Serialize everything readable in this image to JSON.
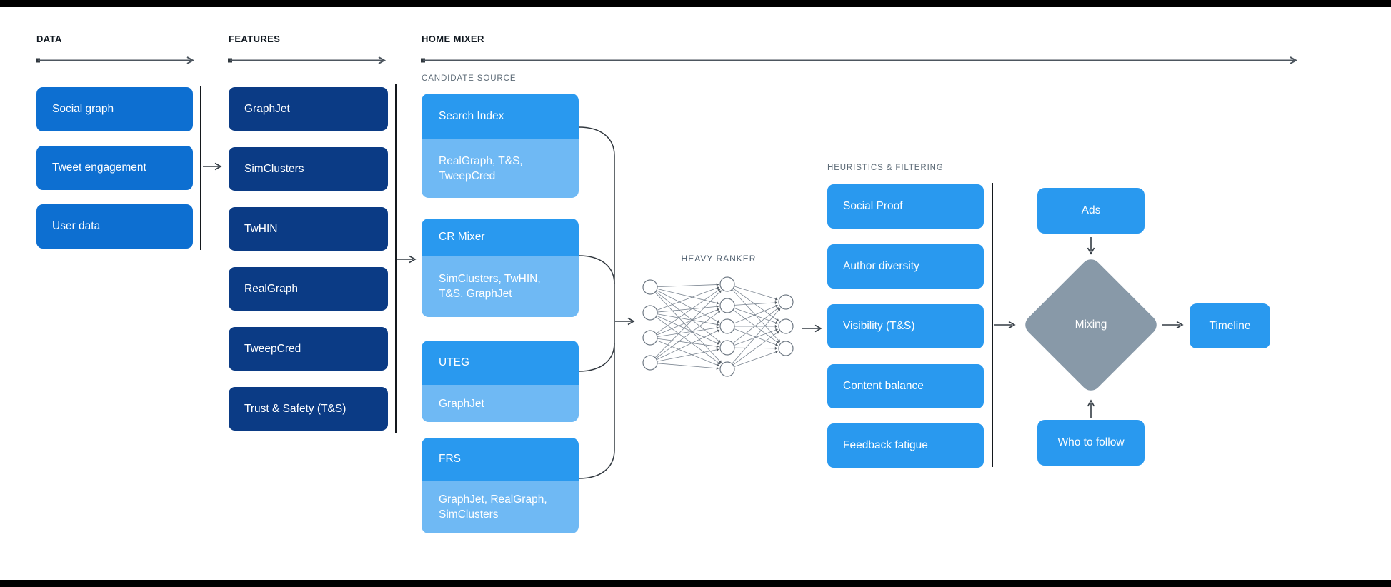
{
  "sections": {
    "data": {
      "label": "DATA",
      "items": [
        "Social graph",
        "Tweet engagement",
        "User data"
      ]
    },
    "features": {
      "label": "FEATURES",
      "items": [
        "GraphJet",
        "SimClusters",
        "TwHIN",
        "RealGraph",
        "TweepCred",
        "Trust & Safety (T&S)"
      ]
    },
    "home_mixer": {
      "label": "HOME MIXER",
      "candidate_source": {
        "label": "CANDIDATE SOURCE",
        "items": [
          {
            "title": "Search Index",
            "sub": "RealGraph, T&S,\nTweepCred"
          },
          {
            "title": "CR Mixer",
            "sub": "SimClusters, TwHIN,\nT&S, GraphJet"
          },
          {
            "title": "UTEG",
            "sub": "GraphJet"
          },
          {
            "title": "FRS",
            "sub": "GraphJet, RealGraph,\nSimClusters"
          }
        ]
      },
      "heavy_ranker_label": "HEAVY RANKER",
      "heuristics": {
        "label": "HEURISTICS & FILTERING",
        "items": [
          "Social Proof",
          "Author diversity",
          "Visibility (T&S)",
          "Content balance",
          "Feedback fatigue"
        ]
      },
      "mixing": {
        "label": "Mixing",
        "ads_label": "Ads",
        "who_to_follow_label": "Who to follow",
        "timeline_label": "Timeline"
      }
    }
  },
  "colors": {
    "data_box": "#0D6FD1",
    "features_box": "#0B3B85",
    "primary_blue": "#2999EF",
    "light_blue": "#6FB9F4",
    "mixing_diamond": "#8899A8",
    "section_label": "#101820",
    "muted_label": "#5D6B77",
    "background": "#FFFFFF",
    "frame_bar": "#000000"
  }
}
